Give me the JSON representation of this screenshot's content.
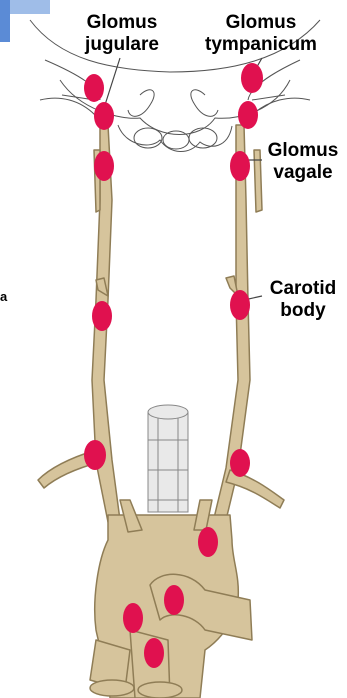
{
  "labels": {
    "glomus_jugulare": [
      "Glomus",
      "jugulare"
    ],
    "glomus_tympanicum": [
      "Glomus",
      "tympanicum"
    ],
    "glomus_vagale": [
      "Glomus",
      "vagale"
    ],
    "carotid_body": [
      "Carotid",
      "body"
    ],
    "stray_letter": "a"
  },
  "colors": {
    "vessel_fill": "#d6c49c",
    "vessel_stroke": "#8f7d56",
    "tumor": "#e0114f",
    "skull_line": "#555555",
    "accent_bar": "#5b8bd6"
  }
}
